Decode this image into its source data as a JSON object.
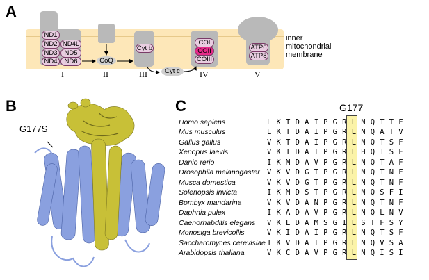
{
  "panels": {
    "a": "A",
    "b": "B",
    "c": "C"
  },
  "panel_a": {
    "complex_I_subunits": [
      "ND1",
      "ND2",
      "ND4L",
      "ND3",
      "ND5",
      "ND4",
      "ND6"
    ],
    "complex_III_subunits": [
      "Cyt b"
    ],
    "complex_IV_subunits": [
      "COI",
      "COII",
      "COIII"
    ],
    "complex_V_subunits": [
      "ATP6",
      "ATP8"
    ],
    "coq": "CoQ",
    "cytc": "Cyt c",
    "roman": [
      "I",
      "II",
      "III",
      "IV",
      "V"
    ],
    "membrane_label": [
      "inner",
      "mitochondrial",
      "membrane"
    ],
    "colors": {
      "membrane": "#fde7b8",
      "subunit": "#e8cde0",
      "highlight_subunit": "#e62b8a",
      "complex": "#b9b9b9"
    }
  },
  "panel_b": {
    "label": "G177S",
    "colors": {
      "helix_blue": "#8aa0df",
      "helix_yellow": "#c8c037"
    }
  },
  "panel_c": {
    "title": "G177",
    "species": [
      "Homo sapiens",
      "Mus musculus",
      "Gallus gallus",
      "Xenopus laevis",
      "Danio rerio",
      "Drosophila melanogaster",
      "Musca domestica",
      "Solenopsis invicta",
      "Bombyx mandarina",
      "Daphnia pulex",
      "Caenorhabditis elegans",
      "Monosiga brevicollis",
      "Saccharomyces cerevisiae",
      "Arabidopsis thaliana"
    ],
    "sequences": [
      "LKTDAIPGRLNQTTF",
      "LKTDAIPGRLNQATV",
      "VKTDAIPGRLNQTSF",
      "VKTDAIPGRLHQTSF",
      "IKMDAVPGRLNQTAF",
      "VKVDGTPGRLNQTNF",
      "VKVDGTPGRLNQTNF",
      "IKMDSTPGRLNQSFI",
      "VKVDANPGRLNQTNF",
      "IKADAVPGRLNQLNV",
      "VKLDAMSGILSTFSY",
      "VKIDAIPGRLNQTSF",
      "IKVDATPGRLNQVSA",
      "VKCDAVPGRLNQISI"
    ],
    "highlight_color": "#fbf3a8"
  }
}
